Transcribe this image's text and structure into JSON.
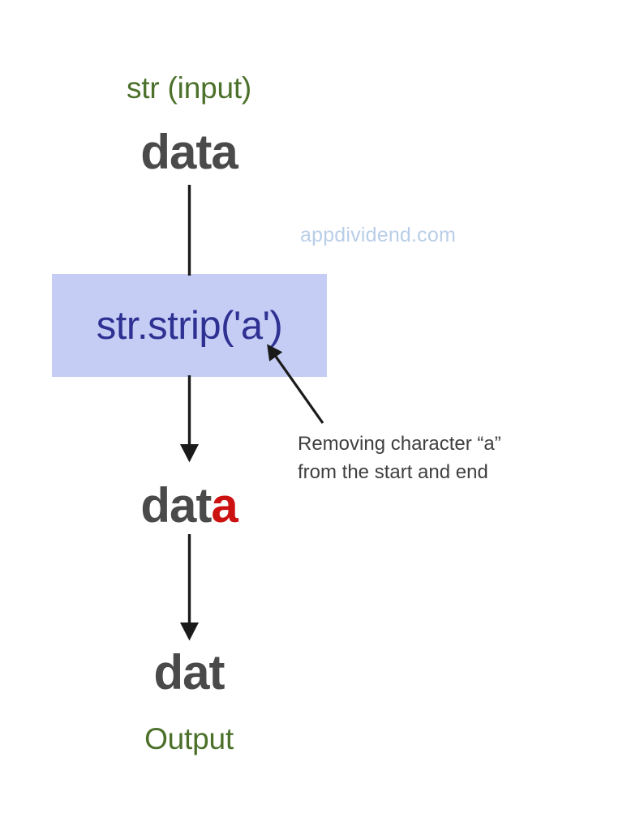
{
  "diagram": {
    "title_text": "str (input)",
    "watermark": "appdividend.com",
    "input_word": "data",
    "code": "str.strip('a')",
    "middle_word_kept": "dat",
    "middle_word_removed": "a",
    "output_word": "dat",
    "output_label": "Output",
    "annotation": "Removing character “a”\nfrom the start and end",
    "colors": {
      "label_green": "#4a7029",
      "text_gray": "#4a4a4a",
      "highlight_red": "#cc1111",
      "code_blue": "#2e3192",
      "box_fill": "#c5cdf5",
      "watermark_blue": "#b9cee8",
      "arrow_black": "#1a1a1a",
      "background": "#ffffff"
    },
    "flow_steps": [
      "str (input) = data",
      "str.strip('a')",
      "data (trailing a highlighted)",
      "dat (Output)"
    ]
  }
}
